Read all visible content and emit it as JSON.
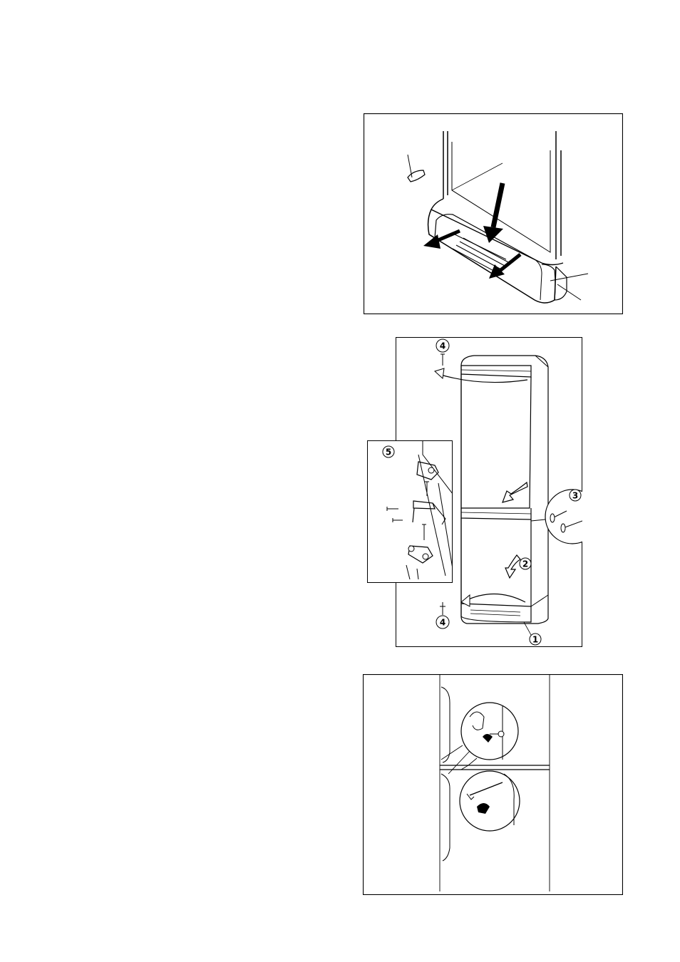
{
  "figures": [
    {
      "id": "fig1",
      "callouts": []
    },
    {
      "id": "fig2",
      "callouts": [
        "4",
        "3",
        "2",
        "4",
        "1"
      ]
    },
    {
      "id": "fig2-inset",
      "callouts": [
        "5"
      ]
    },
    {
      "id": "fig3",
      "callouts": []
    }
  ],
  "labels": {
    "top_hinge_step": "4",
    "screw_caps_step": "3",
    "door_step": "2",
    "bottom_hinge_step": "4",
    "plinth_step": "1",
    "middle_hinge_step": "5"
  }
}
